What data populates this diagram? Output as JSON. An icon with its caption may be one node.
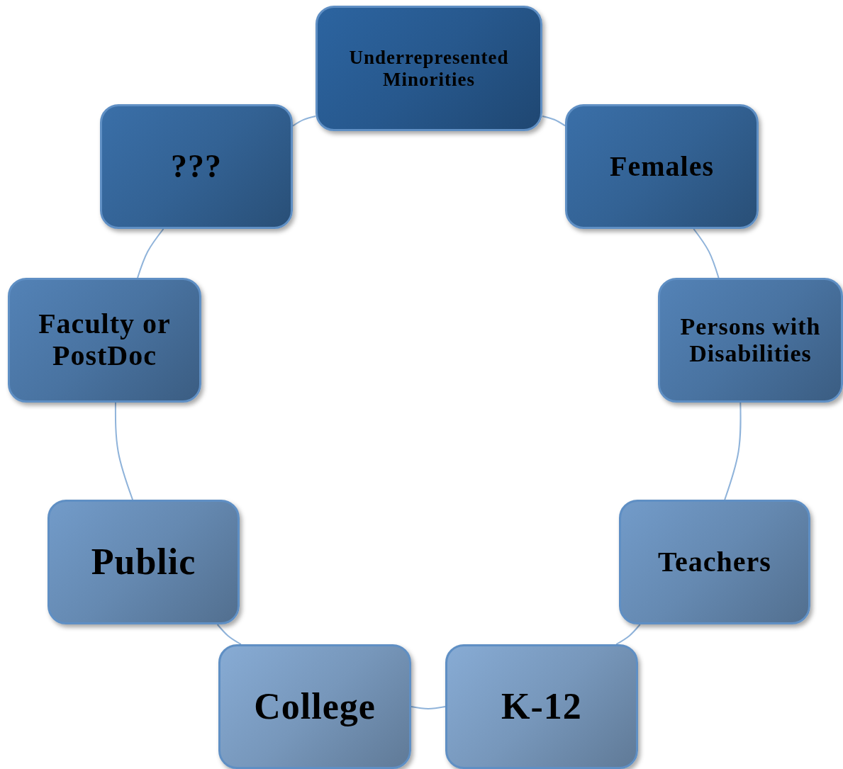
{
  "diagram": {
    "nodes": [
      {
        "text": [
          "Underrepresented Minorities"
        ]
      },
      {
        "text": [
          "Females"
        ]
      },
      {
        "text": [
          "Persons with Disabilities"
        ]
      },
      {
        "text": [
          "Teachers"
        ]
      },
      {
        "text": [
          "K-12"
        ]
      },
      {
        "text": [
          "College"
        ]
      },
      {
        "text": [
          "Public"
        ]
      },
      {
        "text": [
          "Faculty or PostDoc"
        ]
      },
      {
        "text": [
          "???"
        ]
      }
    ],
    "edges": [
      {
        "from": 0,
        "to": 1,
        "arrow": "none"
      },
      {
        "from": 1,
        "to": 2,
        "arrow": "none"
      },
      {
        "from": 2,
        "to": 3,
        "arrow": "none"
      },
      {
        "from": 3,
        "to": 4,
        "arrow": "none"
      },
      {
        "from": 4,
        "to": 5,
        "arrow": "none"
      },
      {
        "from": 5,
        "to": 6,
        "arrow": "none"
      },
      {
        "from": 6,
        "to": 7,
        "arrow": "none"
      },
      {
        "from": 7,
        "to": 8,
        "arrow": "none"
      },
      {
        "from": 8,
        "to": 0,
        "arrow": "none"
      }
    ]
  }
}
